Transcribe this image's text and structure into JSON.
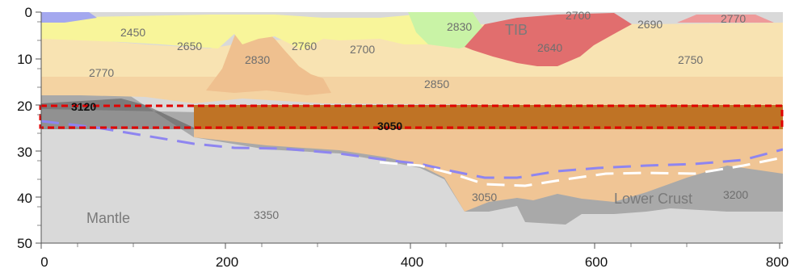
{
  "axes": {
    "x_ticks": [
      "0",
      "200",
      "400",
      "600",
      "800"
    ],
    "y_ticks": [
      "0",
      "10",
      "20",
      "30",
      "40",
      "50"
    ]
  },
  "region_labels": {
    "v2450": "2450",
    "v2650": "2650",
    "v2770": "2770",
    "v2830_a": "2830",
    "v2760": "2760",
    "v2700_a": "2700",
    "v2830_b": "2830",
    "tib": "TIB",
    "v2700_b": "2700",
    "v2640": "2640",
    "v2690": "2690",
    "v2770_b": "2770",
    "v2750": "2750",
    "v2850": "2850",
    "v3120": "3120",
    "v3050_a": "3050",
    "v3050_b": "3050",
    "lower_crust": "Lower Crust",
    "v3200": "3200",
    "mantle": "Mantle",
    "v3350": "3350"
  },
  "colors": {
    "mantle": "#d9d9d9",
    "lower_crust_dark": "#a9a9a9",
    "lower_crust_orange": "#f0c595",
    "middle_crust": "#f4d3a2",
    "upper_crust": "#f8e3b2",
    "dense_body": "#efc08f",
    "sediment_yellow": "#f8f59a",
    "green_body": "#c9f3a6",
    "tib_red": "#e16e6e",
    "pink_body": "#ee9a9a",
    "blue_top": "#a4a8ef",
    "highlight_band": "#bf7325",
    "highlight_box": "#e00000",
    "moho_dashed": "#8e85f0",
    "white_dashed": "#ffffff"
  }
}
